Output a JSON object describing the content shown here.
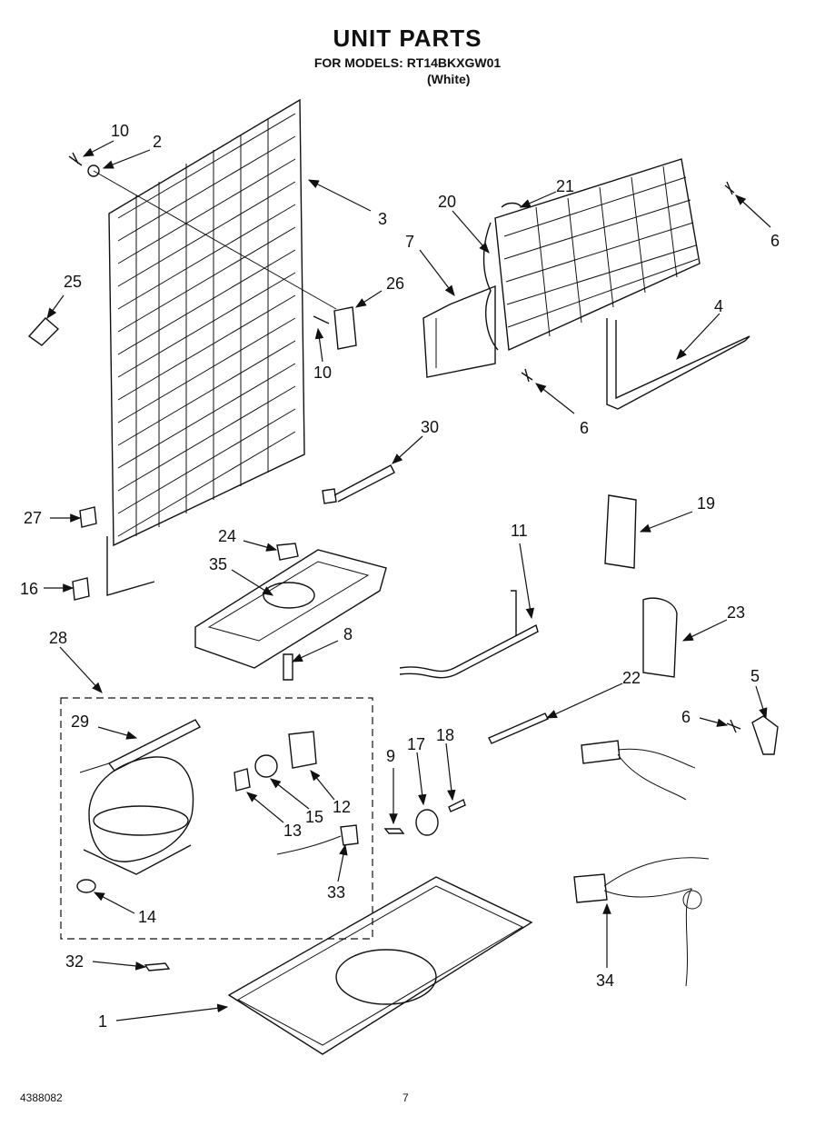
{
  "header": {
    "title": "UNIT PARTS",
    "subtitle": "FOR MODELS: RT14BKXGW01",
    "color_note": "(White)"
  },
  "footer": {
    "doc_number": "4388082",
    "page": "7"
  },
  "callouts": {
    "c1": "1",
    "c2": "2",
    "c3": "3",
    "c4": "4",
    "c5": "5",
    "c6a": "6",
    "c6b": "6",
    "c6c": "6",
    "c7": "7",
    "c8": "8",
    "c9": "9",
    "c10a": "10",
    "c10b": "10",
    "c11": "11",
    "c12": "12",
    "c13": "13",
    "c14": "14",
    "c15": "15",
    "c16": "16",
    "c17": "17",
    "c18": "18",
    "c19": "19",
    "c20": "20",
    "c21": "21",
    "c22": "22",
    "c23": "23",
    "c24": "24",
    "c25": "25",
    "c26": "26",
    "c27": "27",
    "c28": "28",
    "c29": "29",
    "c30": "30",
    "c32": "32",
    "c33": "33",
    "c34": "34",
    "c35": "35"
  }
}
